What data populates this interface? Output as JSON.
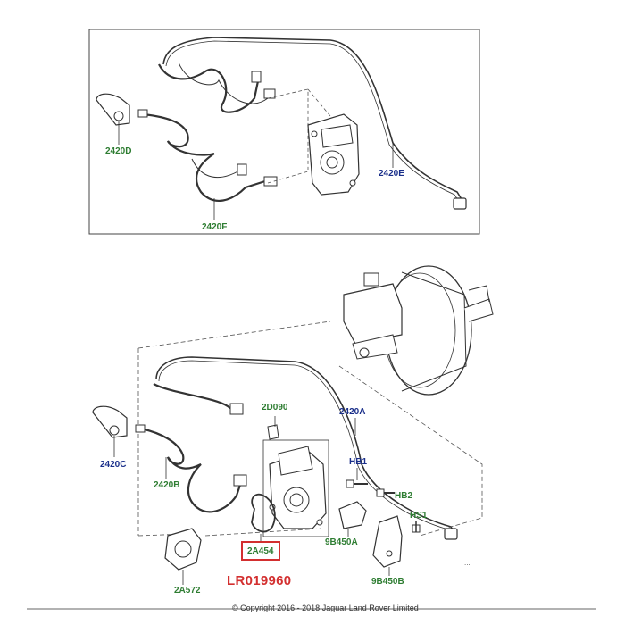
{
  "labels": {
    "hose_2420d": "2420D",
    "hose_2420f": "2420F",
    "hose_2420e": "2420E",
    "hose_2420a": "2420A",
    "hose_2420c": "2420C",
    "hose_2420b": "2420B",
    "sensor_2d090": "2D090",
    "bolt_hb1": "HB1",
    "bolt_hb2": "HB2",
    "stud_hs1": "HS1",
    "bracket_9b450a": "9B450A",
    "bracket_9b450b": "9B450B",
    "gasket_2a572": "2A572",
    "seal_2a454": "2A454",
    "partial_code": "..."
  },
  "part_number": "LR019960",
  "copyright": "© Copyright 2016 - 2018 Jaguar Land Rover Limited",
  "colors": {
    "green_label": "#2e7d32",
    "blue_label": "#1a2f8a",
    "highlight": "#d32f2f"
  }
}
